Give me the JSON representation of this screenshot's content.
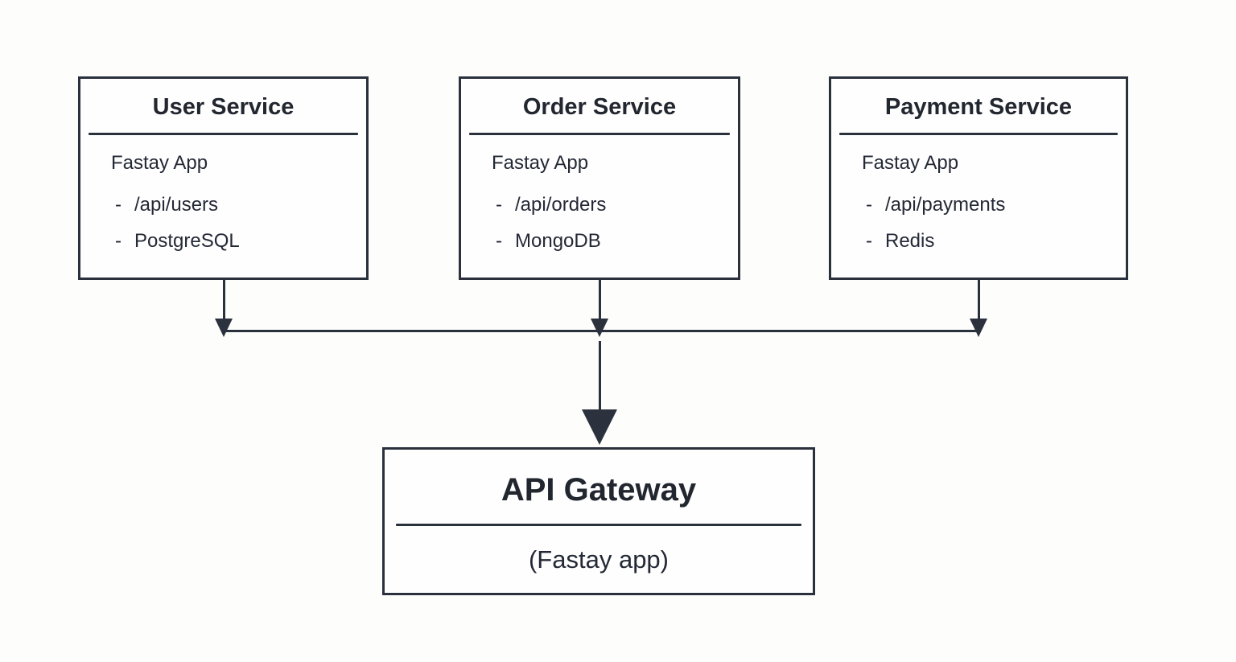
{
  "diagram": {
    "background_color": "#fdfdfc",
    "line_color": "#2a303c",
    "text_color": "#242936",
    "bullet": "-",
    "services": [
      {
        "title": "User Service",
        "app": "Fastay App",
        "items": [
          "/api/users",
          "PostgreSQL"
        ]
      },
      {
        "title": "Order Service",
        "app": "Fastay App",
        "items": [
          "/api/orders",
          "MongoDB"
        ]
      },
      {
        "title": "Payment Service",
        "app": "Fastay App",
        "items": [
          "/api/payments",
          "Redis"
        ]
      }
    ],
    "gateway": {
      "title": "API Gateway",
      "subtitle": "(Fastay app)"
    }
  }
}
